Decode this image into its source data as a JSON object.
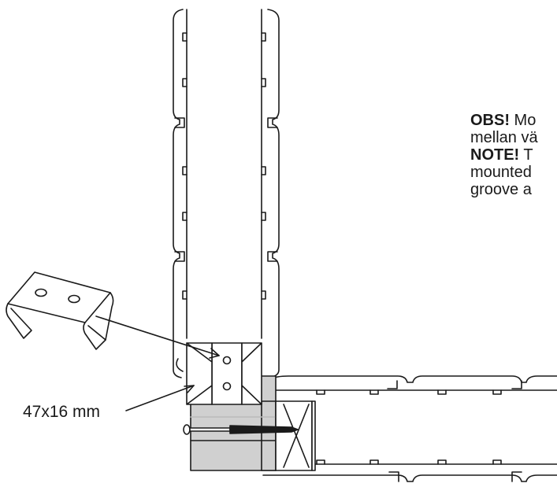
{
  "note": {
    "lines": [
      {
        "bold": "OBS!",
        "text": " Mo"
      },
      {
        "bold": "",
        "text": "mellan vä"
      },
      {
        "bold": "NOTE!",
        "text": " T"
      },
      {
        "bold": "",
        "text": "mounted"
      },
      {
        "bold": "",
        "text": "groove a"
      }
    ]
  },
  "dimension_label": "47x16 mm",
  "colors": {
    "line": "#1a1a1a",
    "batten_fill": "#d0d0d0",
    "paper": "#ffffff"
  },
  "icons": {
    "bracket": "u-bracket-icon",
    "screw": "screw-icon"
  }
}
